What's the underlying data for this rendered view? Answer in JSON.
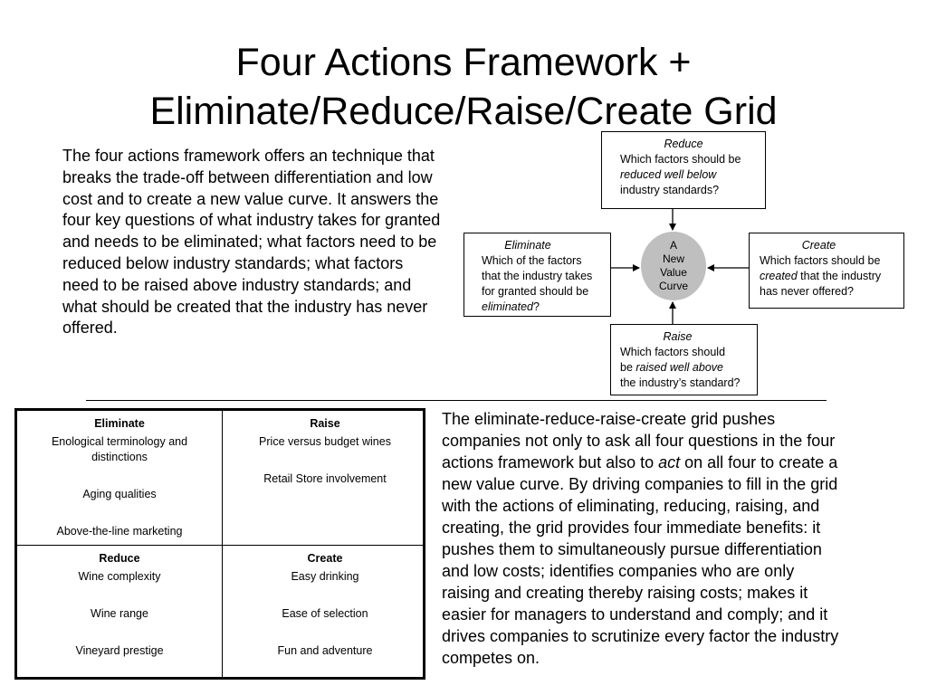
{
  "title": {
    "line1": "Four Actions Framework +",
    "line2": "Eliminate/Reduce/Raise/Create Grid"
  },
  "intro_text": "The four actions framework offers an technique that breaks the trade-off between differentiation and low cost and to create a new value curve.  It answers the four key questions of what industry takes for granted and needs to be eliminated; what factors need to be reduced below industry standards; what factors need to be raised above industry standards; and what should be created that the industry has never offered.",
  "diagram": {
    "center": [
      "A",
      "New",
      "Value",
      "Curve"
    ],
    "reduce": {
      "header": "Reduce",
      "line1": "Which factors should be",
      "emph": "reduced well below",
      "line3": "industry standards?"
    },
    "eliminate": {
      "header": "Eliminate",
      "line1": "Which of the factors",
      "line2": "that the industry takes",
      "line3": "for granted should be",
      "emph": "eliminated",
      "tail": "?"
    },
    "create": {
      "header": "Create",
      "line1": "Which factors should be",
      "emph": "created",
      "line2_rest": " that the industry",
      "line3": "has never offered?"
    },
    "raise": {
      "header": "Raise",
      "line1": "Which factors should",
      "line2_pre": "be ",
      "emph": "raised well above",
      "line3": "the industry’s standard?"
    }
  },
  "grid": {
    "eliminate": {
      "title": "Eliminate",
      "items": [
        "Enological terminology and distinctions",
        "Aging qualities",
        "Above-the-line marketing"
      ]
    },
    "raise": {
      "title": "Raise",
      "items": [
        "Price versus budget wines",
        "Retail Store involvement"
      ]
    },
    "reduce": {
      "title": "Reduce",
      "items": [
        "Wine complexity",
        "Wine range",
        "Vineyard prestige"
      ]
    },
    "create": {
      "title": "Create",
      "items": [
        "Easy drinking",
        "Ease of selection",
        "Fun and adventure"
      ]
    }
  },
  "grid_text": {
    "before": "The eliminate-reduce-raise-create grid pushes companies not only to ask all four questions in the four actions framework but also to ",
    "emph": "act",
    "after": " on all four to create a new value curve.  By driving companies to fill in the grid with the actions of eliminating, reducing, raising, and creating, the grid provides four immediate benefits: it pushes them to simultaneously pursue differentiation and low costs; identifies companies who are only raising and creating thereby raising costs; makes it easier for managers to understand and comply; and it drives companies to scrutinize every factor the industry competes on."
  }
}
